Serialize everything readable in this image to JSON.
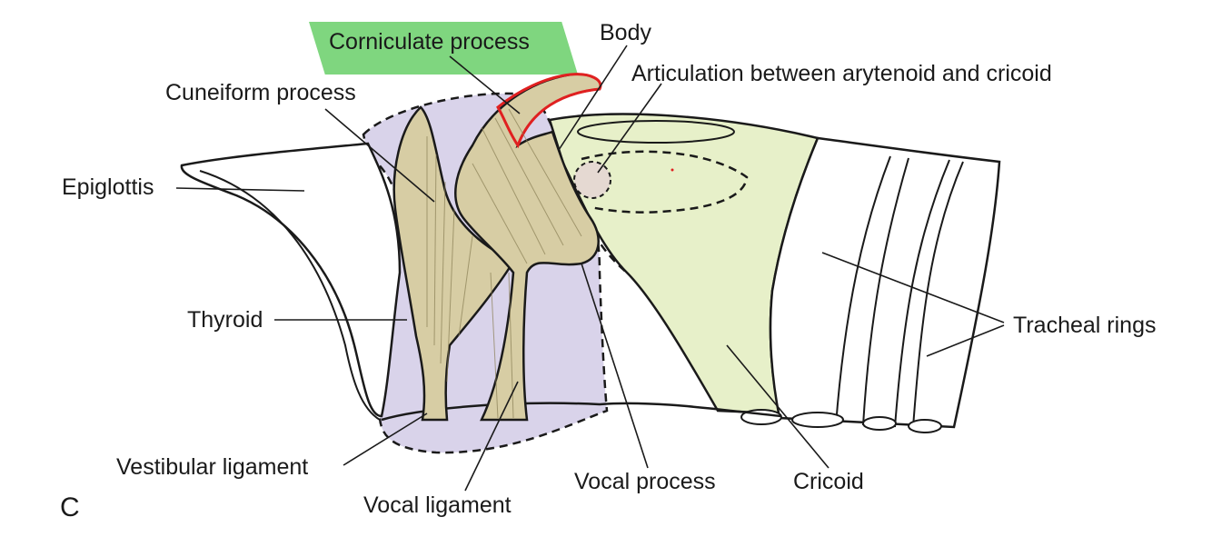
{
  "panel_letter": "C",
  "labels": {
    "corniculate": "Corniculate process",
    "body": "Body",
    "articulation": "Articulation between arytenoid and cricoid",
    "cuneiform": "Cuneiform process",
    "epiglottis": "Epiglottis",
    "thyroid": "Thyroid",
    "tracheal_rings": "Tracheal rings",
    "vestibular": "Vestibular ligament",
    "vocal_ligament": "Vocal ligament",
    "vocal_process": "Vocal process",
    "cricoid": "Cricoid"
  },
  "colors": {
    "highlight": "#7fd67f",
    "highlight_outline": "#e02020",
    "thyroid_fill": "#d9d3ea",
    "cricoid_fill": "#e7f0c9",
    "cartilage_fill": "#d7cda4",
    "joint_fill": "#e5d9d2",
    "line": "#1a1a1a"
  }
}
